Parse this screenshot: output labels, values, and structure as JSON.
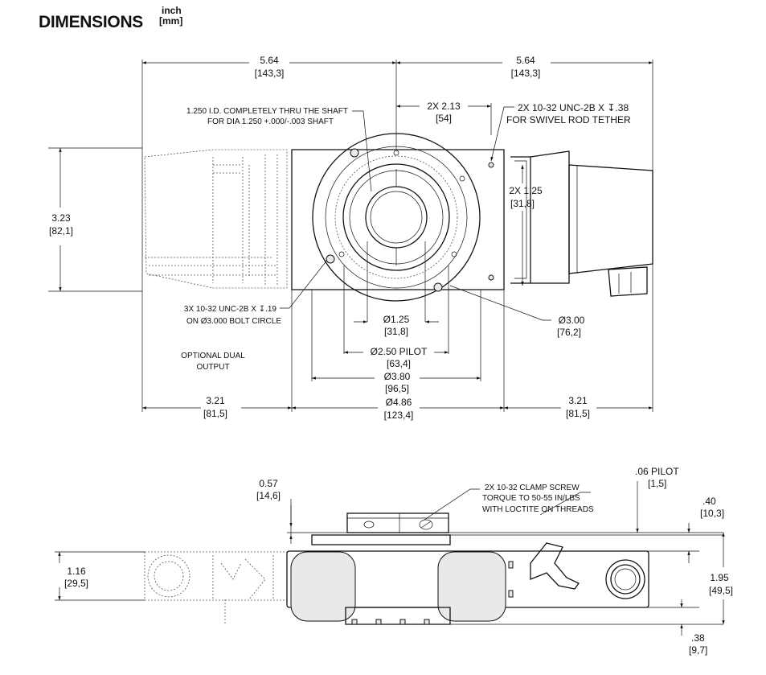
{
  "header": {
    "title": "DIMENSIONS",
    "unit_inch": "inch",
    "unit_mm": "[mm]"
  },
  "top_view": {
    "dims": {
      "left_width": "5.64",
      "left_width_mm": "[143,3]",
      "right_width": "5.64",
      "right_width_mm": "[143,3]",
      "hole_spacing": "2X 2.13",
      "hole_spacing_mm": "[54]",
      "height": "3.23",
      "height_mm": "[82,1]",
      "tether_height": "2X 1.25",
      "tether_height_mm": "[31,8]",
      "shaft_dia": "Ø1.25",
      "shaft_dia_mm": "[31,8]",
      "pilot_dia": "Ø2.50 PILOT",
      "pilot_dia_mm": "[63,4]",
      "body_dia": "Ø3.80",
      "body_dia_mm": "[96,5]",
      "outer_dia": "Ø4.86",
      "outer_dia_mm": "[123,4]",
      "bolt_circle_dia": "Ø3.00",
      "bolt_circle_dia_mm": "[76,2]",
      "left_ext": "3.21",
      "left_ext_mm": "[81,5]",
      "right_ext": "3.21",
      "right_ext_mm": "[81,5]"
    },
    "notes": {
      "shaft_line1": "1.250 I.D. COMPLETELY THRU THE SHAFT",
      "shaft_line2": "FOR DIA 1.250 +.000/-.003 SHAFT",
      "tether_line1": "2X 10-32 UNC-2B X ↧.38",
      "tether_line2": "FOR SWIVEL ROD TETHER",
      "bolt_line1": "3X 10-32 UNC-2B X ↧.19",
      "bolt_line2": "ON  Ø3.000 BOLT CIRCLE",
      "optional_line1": "OPTIONAL DUAL",
      "optional_line2": "OUTPUT"
    }
  },
  "side_view": {
    "dims": {
      "collar_height": "0.57",
      "collar_height_mm": "[14,6]",
      "pilot": ".06 PILOT",
      "pilot_mm": "[1,5]",
      "top_offset": ".40",
      "top_offset_mm": "[10,3]",
      "output_height": "1.16",
      "output_height_mm": "[29,5]",
      "overall_height": "1.95",
      "overall_height_mm": "[49,5]",
      "bottom_offset": ".38",
      "bottom_offset_mm": "[9,7]"
    },
    "notes": {
      "clamp_line1": "2X 10-32 CLAMP SCREW",
      "clamp_line2": "TORQUE TO 50-55 IN/LBS",
      "clamp_line3": "WITH LOCTITE ON THREADS"
    }
  }
}
